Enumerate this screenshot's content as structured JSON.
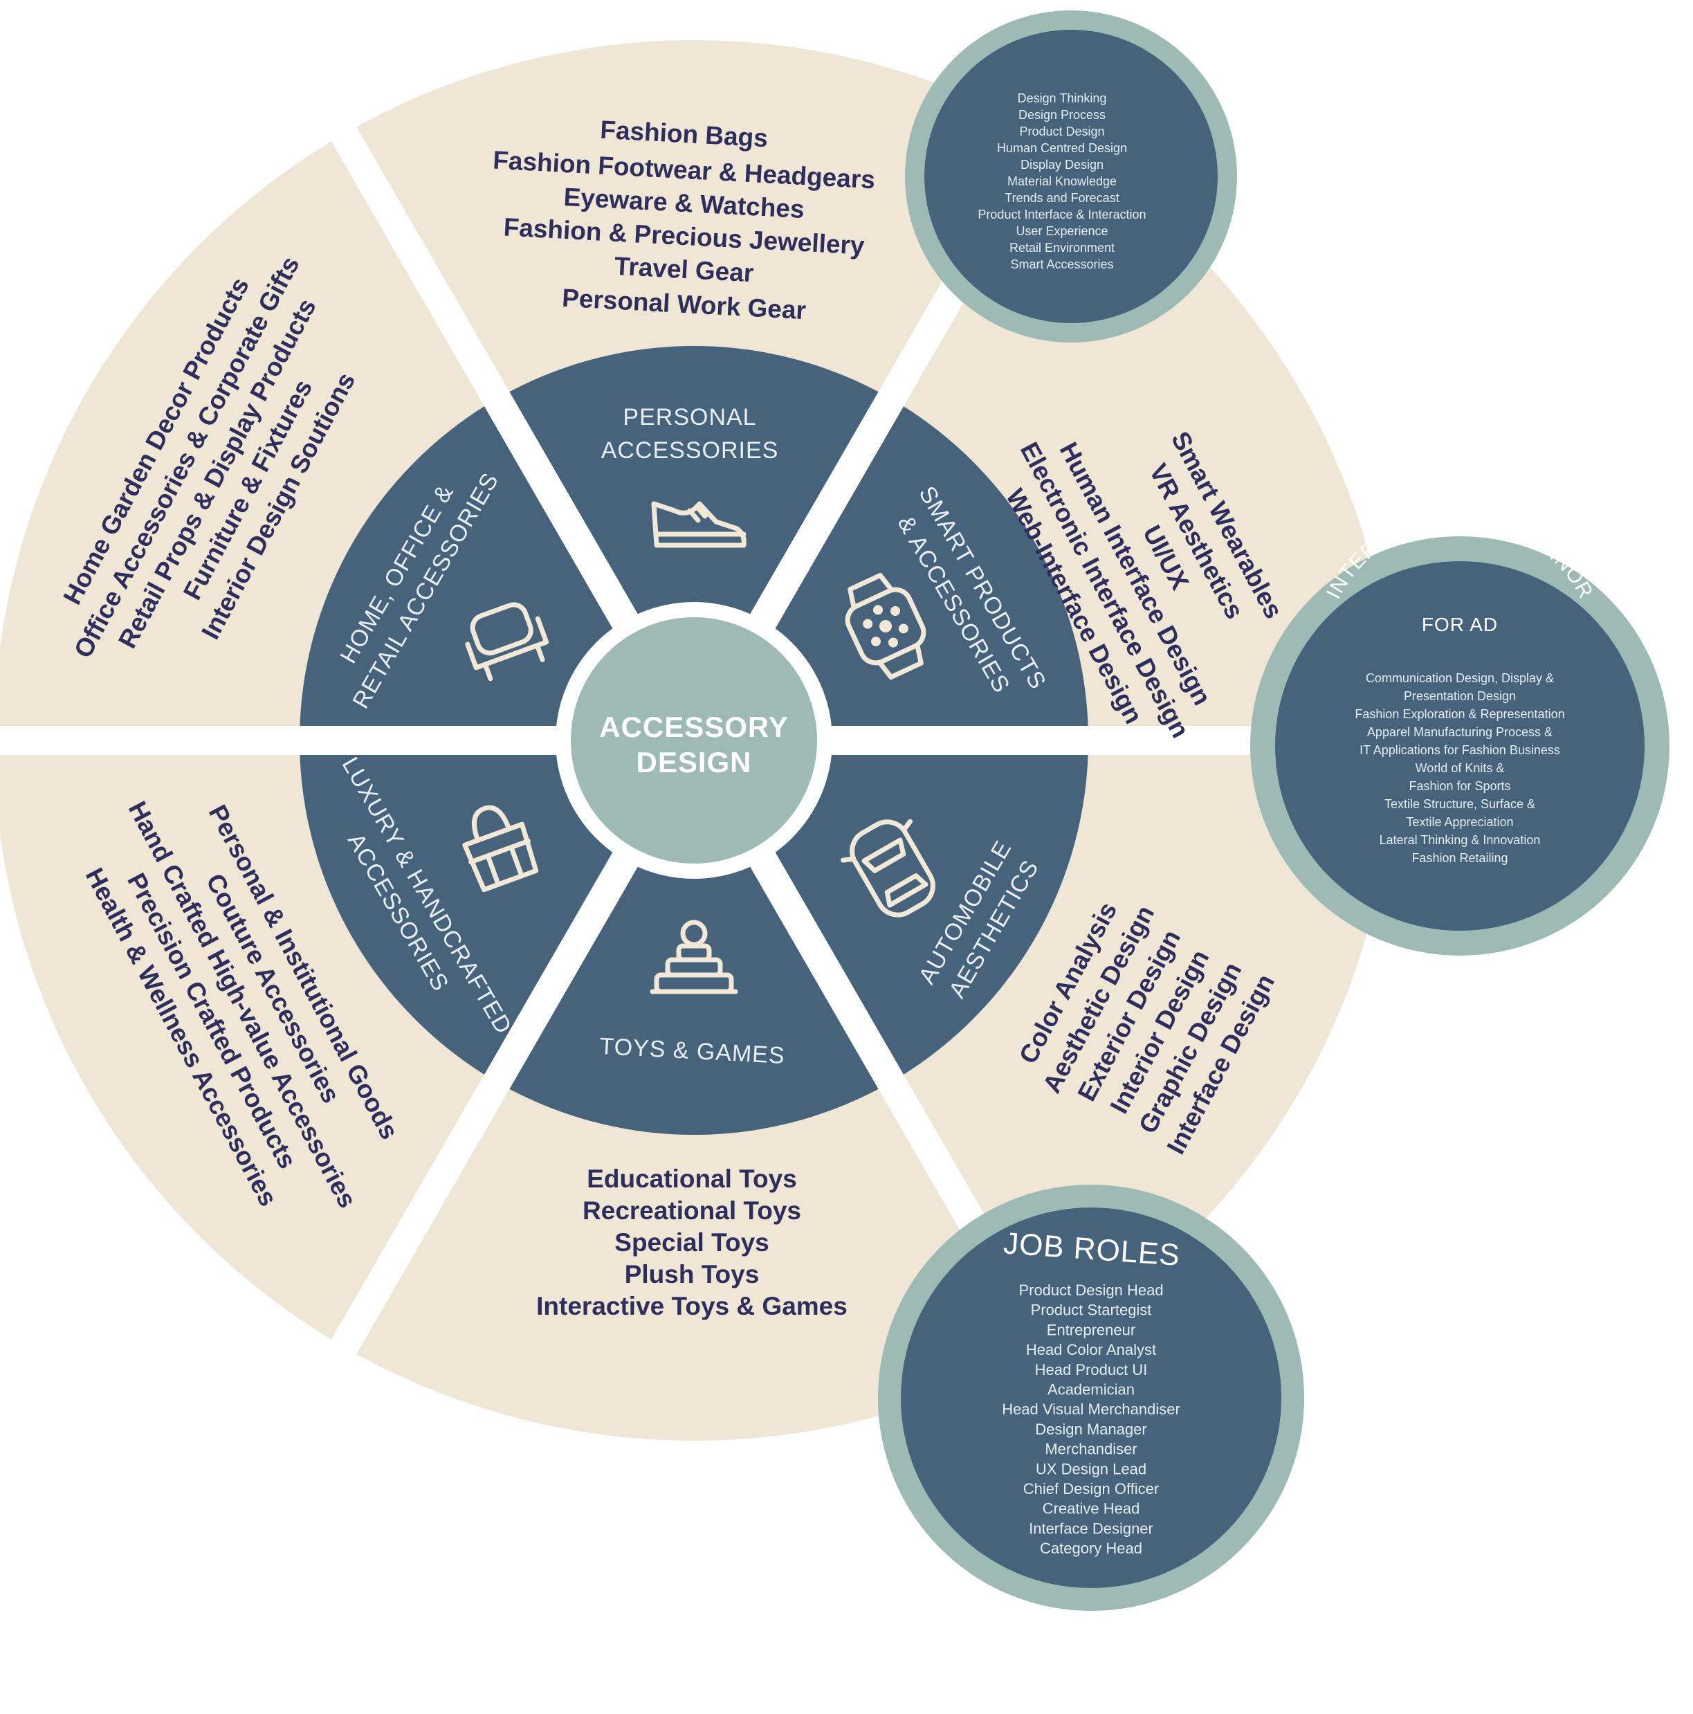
{
  "center": {
    "line1": "ACCESSORY",
    "line2": "DESIGN"
  },
  "segments": {
    "personal": {
      "label": [
        "PERSONAL",
        "ACCESSORIES"
      ],
      "icon": "sneaker-icon",
      "items": [
        "Fashion Bags",
        "Fashion Footwear & Headgears",
        "Eyeware & Watches",
        "Fashion & Precious Jewellery",
        "Travel Gear",
        "Personal Work Gear"
      ]
    },
    "smart": {
      "label": [
        "SMART PRODUCTS",
        "& ACCESSORIES"
      ],
      "icon": "smartwatch-icon",
      "items": [
        "Smart Wearables",
        "VR Aesthetics",
        "UI/UX",
        "Human Interface Design",
        "Electronic Interface Design",
        "Web-Interface Design"
      ]
    },
    "automobile": {
      "label": [
        "AUTOMOBILE",
        "AESTHETICS"
      ],
      "icon": "car-icon",
      "items": [
        "Color Analysis",
        "Aesthetic Design",
        "Exterior Design",
        "Interior Design",
        "Graphic Design",
        "Interface Design"
      ]
    },
    "toys": {
      "label": [
        "TOYS & GAMES"
      ],
      "icon": "stacking-toy-icon",
      "items": [
        "Educational Toys",
        "Recreational Toys",
        "Special Toys",
        "Plush Toys",
        "Interactive Toys & Games"
      ]
    },
    "luxury": {
      "label": [
        "LUXURY & HANDCRAFTED",
        "ACCESSORIES"
      ],
      "icon": "handbag-icon",
      "items": [
        "Personal & Institutional Goods",
        "Couture Accessories",
        "Hand Crafted High-value Accessories",
        "Precision Crafted Products",
        "Health & Wellness Accessories"
      ]
    },
    "home": {
      "label": [
        "HOME, OFFICE &",
        "RETAIL ACCESSORIES"
      ],
      "icon": "chair-icon",
      "items": [
        "Home Garden Decor Products",
        "Office Accessories & Corporate Gifts",
        "Retail Props & Display Products",
        "Furniture & Fixtures",
        "Interior Design Soutions"
      ]
    }
  },
  "core_strengths": {
    "title": "CORE STRENGTHS",
    "items": [
      "Design Thinking",
      "Design Process",
      "Product Design",
      "Human Centred Design",
      "Display Design",
      "Material Knowledge",
      "Trends and Forecast",
      "Product Interface & Interaction",
      "User Experience",
      "Retail Environment",
      "Smart Accessories"
    ]
  },
  "minor": {
    "title": "INTER DISCIPLINARY MINOR",
    "subtitle": "FOR AD",
    "items": [
      "Communication Design, Display &",
      "Presentation Design",
      "Fashion Exploration & Representation",
      "Apparel Manufacturing Process &",
      "IT Applications for Fashion Business",
      "World of Knits &",
      "Fashion for Sports",
      "Textile Structure, Surface &",
      "Textile Appreciation",
      "Lateral Thinking & Innovation",
      "Fashion Retailing"
    ]
  },
  "job_roles": {
    "title": "JOB ROLES",
    "items": [
      "Product Design Head",
      "Product Startegist",
      "Entrepreneur",
      "Head Color Analyst",
      "Head Product UI",
      "Academician",
      "Head Visual Merchandiser",
      "Design Manager",
      "Merchandiser",
      "UX Design Lead",
      "Chief Design Officer",
      "Creative Head",
      "Interface Designer",
      "Category Head"
    ]
  },
  "colors": {
    "outer_ring": "#efe6d6",
    "inner_ring": "#47637c",
    "center": "#9dbab4",
    "badge_ring": "#9dbab4",
    "badge_fill": "#47637c",
    "outer_text": "#2e2e5c"
  }
}
